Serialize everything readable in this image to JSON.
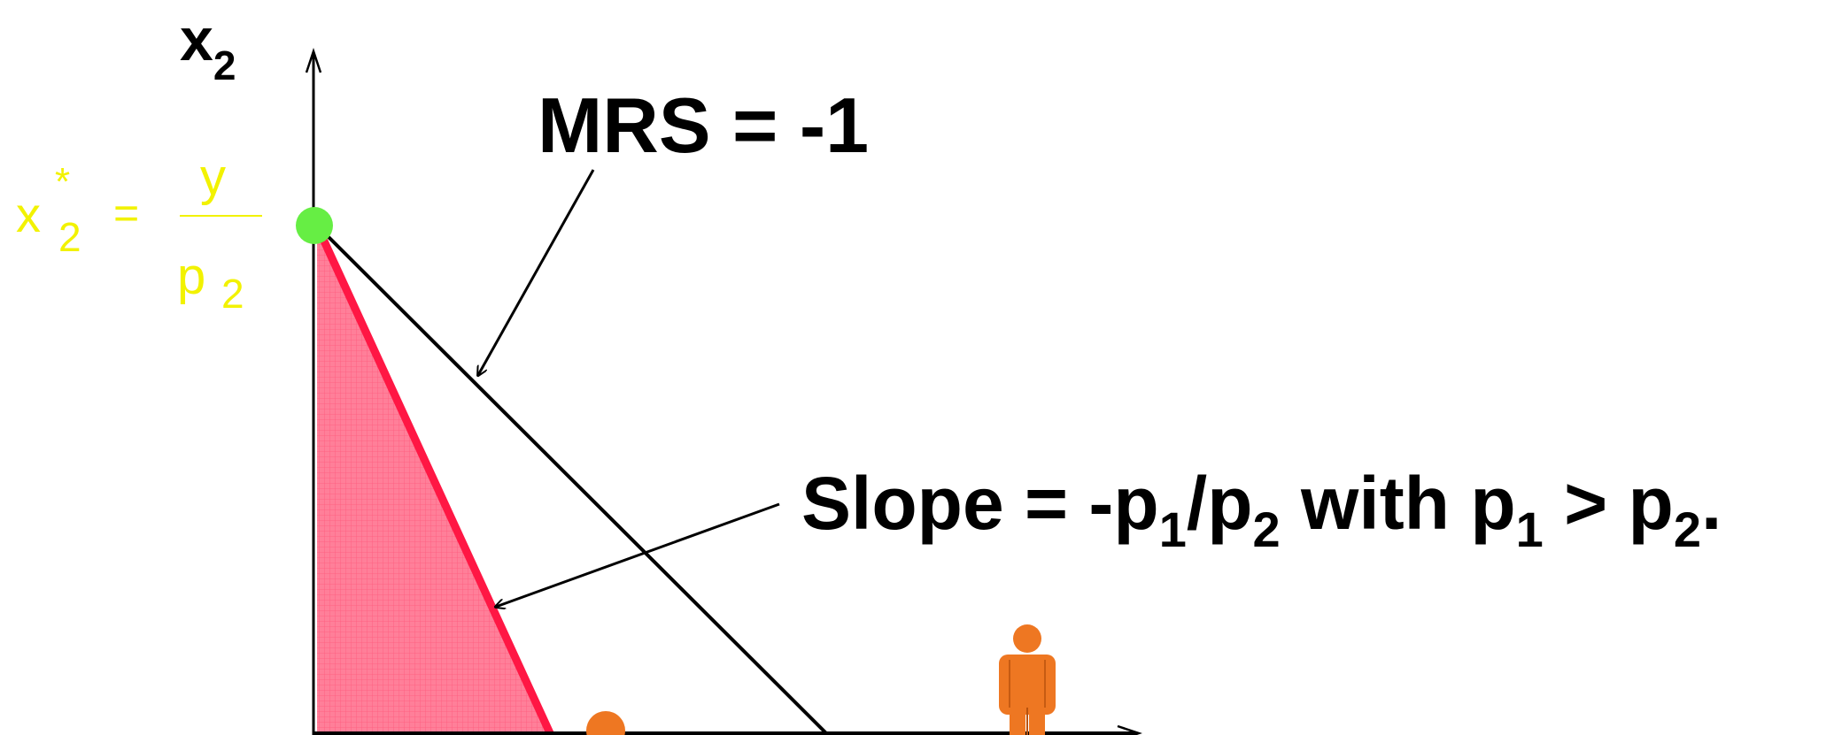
{
  "axes": {
    "y_label_base": "x",
    "y_label_sub": "2"
  },
  "annotations": {
    "mrs": "MRS = -1",
    "slope_prefix": "Slope = -p",
    "slope_sub1": "1",
    "slope_slash": "/p",
    "slope_sub2": "2",
    "slope_with": " with p",
    "slope_sub3": "1",
    "slope_gt": " > p",
    "slope_sub4": "2",
    "slope_end": "."
  },
  "optimum_label": {
    "var": "x",
    "star": "*",
    "sub": "2",
    "equals": "=",
    "numerator": "y",
    "denominator": "p",
    "denominator_sub": "2"
  },
  "colors": {
    "budget_line": "#ff1744",
    "budget_fill": "#ff7d98",
    "indifference_line": "#000000",
    "optimum_point": "#66ee44",
    "optimum_label": "#f2f200",
    "figure": "#ee7722"
  },
  "icons": {
    "person_1": "person-icon",
    "person_2": "person-icon"
  }
}
